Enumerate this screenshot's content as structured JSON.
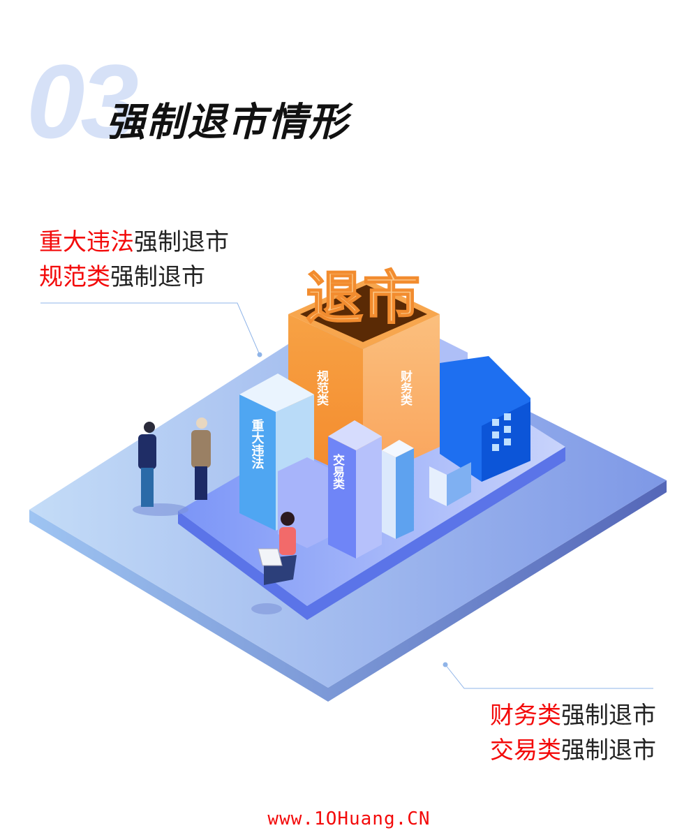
{
  "header": {
    "number": "03",
    "title": "强制退市情形"
  },
  "labels_top": [
    {
      "highlight": "重大违法",
      "rest": "强制退市"
    },
    {
      "highlight": "规范类",
      "rest": "强制退市"
    }
  ],
  "labels_bottom": [
    {
      "highlight": "财务类",
      "rest": "强制退市"
    },
    {
      "highlight": "交易类",
      "rest": "强制退市"
    }
  ],
  "illustration": {
    "tower_sign": "退市",
    "tower_left_face": "规范类",
    "tower_right_face": "财务类",
    "building_major_violation": "重大违法",
    "building_trading": "交易类"
  },
  "footer": {
    "watermark": "www.1OHuang.CN"
  },
  "colors": {
    "highlight": "#f30a0a",
    "platform": "#8fa8f0",
    "tower": "#f7a04a",
    "building_blue": "#1e6ff0"
  }
}
